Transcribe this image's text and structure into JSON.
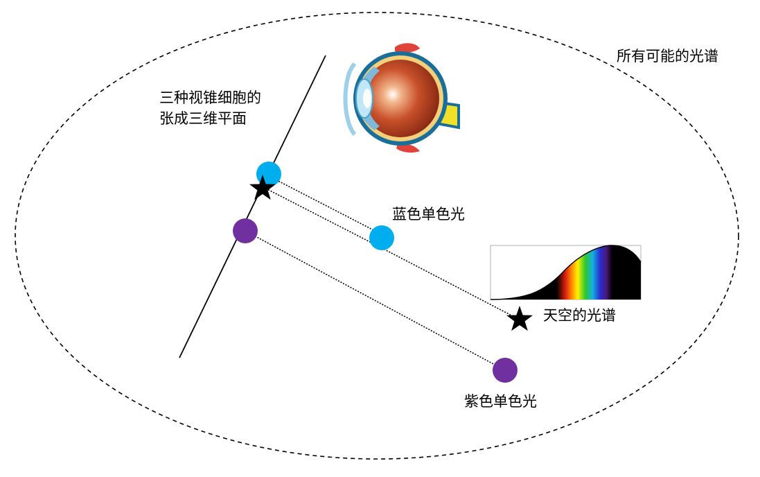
{
  "labels": {
    "all_spectra": "所有可能的光谱",
    "cone_plane_line1": "三种视锥细胞的",
    "cone_plane_line2": "张成三维平面",
    "blue_mono": "蓝色单色光",
    "sky_spectrum": "天空的光谱",
    "violet_mono": "紫色单色光"
  },
  "colors": {
    "blue_point": "#00aeef",
    "violet_point": "#7030a0",
    "star": "#000000",
    "outline": "#000000"
  },
  "icons": {
    "eye": "eye-icon",
    "star": "star-icon"
  }
}
